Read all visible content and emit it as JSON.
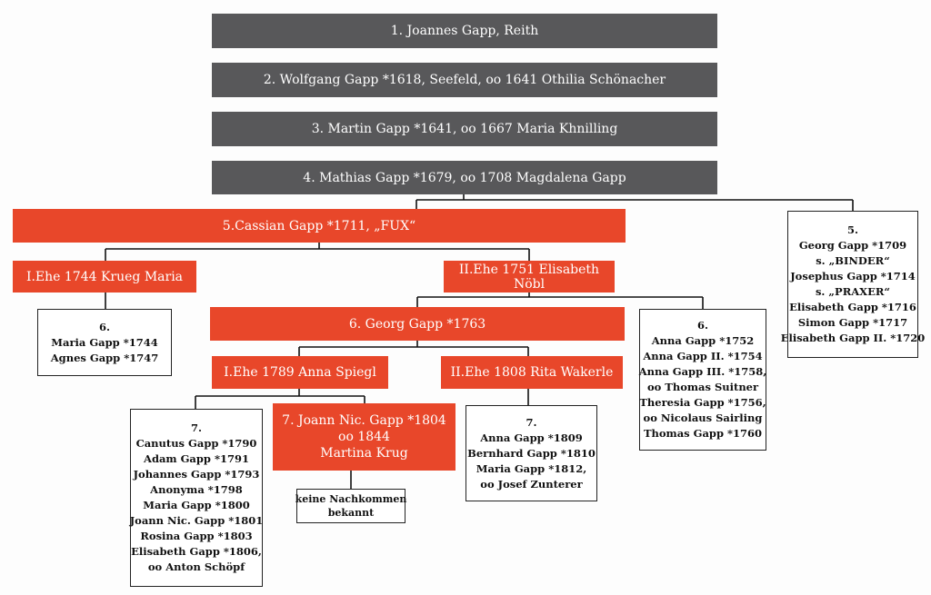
{
  "generations": {
    "g1": "1. Joannes Gapp, Reith",
    "g2": "2. Wolfgang Gapp *1618, Seefeld, oo 1641 Othilia Schönacher",
    "g3": "3. Martin Gapp *1641, oo 1667 Maria Khnilling",
    "g4": "4. Mathias Gapp *1679, oo 1708 Magdalena Gapp"
  },
  "cassian": "5.Cassian Gapp *1711, „FUX“",
  "gen5_siblings": {
    "title": "5.",
    "lines": [
      "Georg Gapp *1709",
      "s. „BINDER“",
      "Josephus Gapp *1714",
      "s. „PRAXER“",
      "Elisabeth Gapp *1716",
      "Simon Gapp *1717",
      "Elisabeth Gapp II. *1720"
    ]
  },
  "marriage1": "I.Ehe 1744 Krueg Maria",
  "marriage2": "II.Ehe 1751 Elisabeth Nöbl",
  "children_m1": {
    "title": "6.",
    "lines": [
      "Maria Gapp *1744",
      "Agnes Gapp *1747"
    ]
  },
  "georg": "6. Georg Gapp *1763",
  "children_m2": {
    "title": "6.",
    "lines": [
      "Anna Gapp *1752",
      "Anna Gapp II. *1754",
      "Anna Gapp III. *1758,",
      "oo Thomas Suitner",
      "Theresia Gapp *1756,",
      "oo Nicolaus Sairling",
      "Thomas Gapp *1760"
    ]
  },
  "georg_marriage1": "I.Ehe 1789 Anna Spiegl",
  "georg_marriage2": "II.Ehe 1808 Rita Wakerle",
  "children_gm1": {
    "title": "7.",
    "lines": [
      "Canutus Gapp *1790",
      "Adam Gapp *1791",
      "Johannes Gapp *1793",
      "Anonyma *1798",
      "Maria Gapp *1800",
      "Joann Nic. Gapp *1801",
      "Rosina Gapp *1803",
      "Elisabeth Gapp *1806,",
      "oo Anton Schöpf"
    ]
  },
  "joann": {
    "lines": [
      "7. Joann Nic. Gapp *1804",
      "oo 1844",
      "Martina Krug"
    ]
  },
  "no_descendants": {
    "lines": [
      "keine Nachkommen",
      "bekannt"
    ]
  },
  "children_gm2": {
    "title": "7.",
    "lines": [
      "Anna Gapp *1809",
      "Bernhard Gapp *1810",
      "Maria Gapp *1812,",
      "oo Josef  Zunterer"
    ]
  },
  "colors": {
    "dark": "#58585a",
    "red": "#e8472a",
    "line": "#111111"
  }
}
